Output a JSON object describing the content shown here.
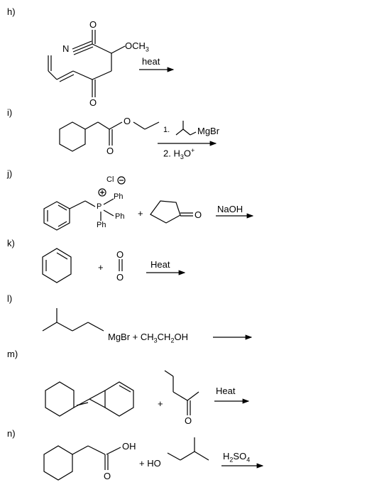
{
  "labels": {
    "h": "h)",
    "i": "i)",
    "j": "j)",
    "k": "k)",
    "l": "l)",
    "m": "m)",
    "n": "n)"
  },
  "reactions": {
    "h": {
      "nitrogen": "N",
      "o_top": "O",
      "o_bottom": "O",
      "ome": "OCH",
      "ome_sub": "3",
      "condition": "heat"
    },
    "i": {
      "o_ester": "O",
      "o_carbonyl": "O",
      "step1": "1.",
      "mgbr": "MgBr",
      "step2": "2. H",
      "step2_sub": "3",
      "step2_tail": "O",
      "step2_sup": "+"
    },
    "j": {
      "chloride": "Cl",
      "phosphorus": "P",
      "ph1": "Ph",
      "ph2": "Ph",
      "ph3": "Ph",
      "plus": "+",
      "ketone_o": "O",
      "condition": "NaOH"
    },
    "k": {
      "plus": "+",
      "o_top": "O",
      "o_bottom": "O",
      "condition": "Heat"
    },
    "l": {
      "reagent": "MgBr + CH",
      "sub1": "3",
      "mid": "CH",
      "sub2": "2",
      "tail": "OH"
    },
    "m": {
      "plus": "+",
      "ketone_o": "O",
      "condition": "Heat"
    },
    "n": {
      "oh": "OH",
      "acid_o": "O",
      "plus": "+ HO",
      "condition": "H",
      "cond_sub": "2",
      "cond_mid": "SO",
      "cond_sub2": "4"
    }
  }
}
